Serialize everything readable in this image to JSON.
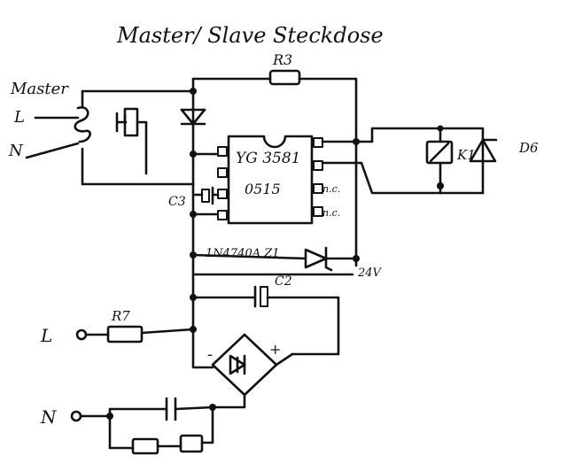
{
  "title": "Master/ Slave Steckdose",
  "labels": {
    "master": "Master",
    "l_top": "L",
    "n_top": "N",
    "r3": "R3",
    "r7": "R7",
    "c3": "C3",
    "c2": "C2",
    "ic_line1": "YG 3581",
    "ic_line2": "0515",
    "nc1": "n.c.",
    "nc2": "n.c.",
    "zener": "1N4740A Z1",
    "v24": "24V",
    "k1": "K1",
    "d6": "D6",
    "l_bottom": "L",
    "n_bottom": "N",
    "minus": "-",
    "plus": "+"
  }
}
